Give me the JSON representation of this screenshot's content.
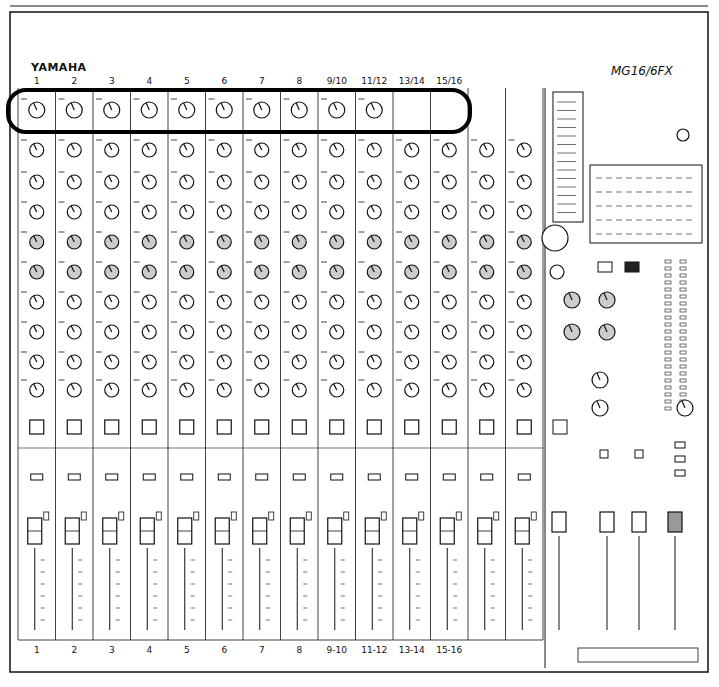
{
  "diagram": {
    "labels": [
      "YAMAHA",
      "MG16/6FX",
      "1",
      "2",
      "3",
      "4",
      "5",
      "6",
      "7",
      "8",
      "9/10",
      "11/12",
      "13/14",
      "15/16",
      "1",
      "2",
      "3",
      "4",
      "5",
      "6",
      "7",
      "8",
      "9-10",
      "11-12",
      "13-14",
      "15-16"
    ]
  }
}
